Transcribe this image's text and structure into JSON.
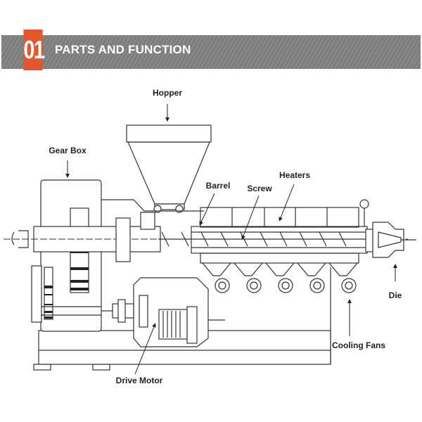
{
  "header": {
    "number": "01",
    "title": "PARTS AND FUNCTION",
    "badge_color": "#e4572e",
    "banner_color": "#808080"
  },
  "diagram": {
    "subject": "plastic extruder machine",
    "labels": {
      "hopper": "Hopper",
      "gear_box": "Gear Box",
      "barrel": "Barrel",
      "screw": "Screw",
      "heaters": "Heaters",
      "die": "Die",
      "cooling_fans": "Cooling Fans",
      "drive_motor": "Drive Motor"
    }
  }
}
